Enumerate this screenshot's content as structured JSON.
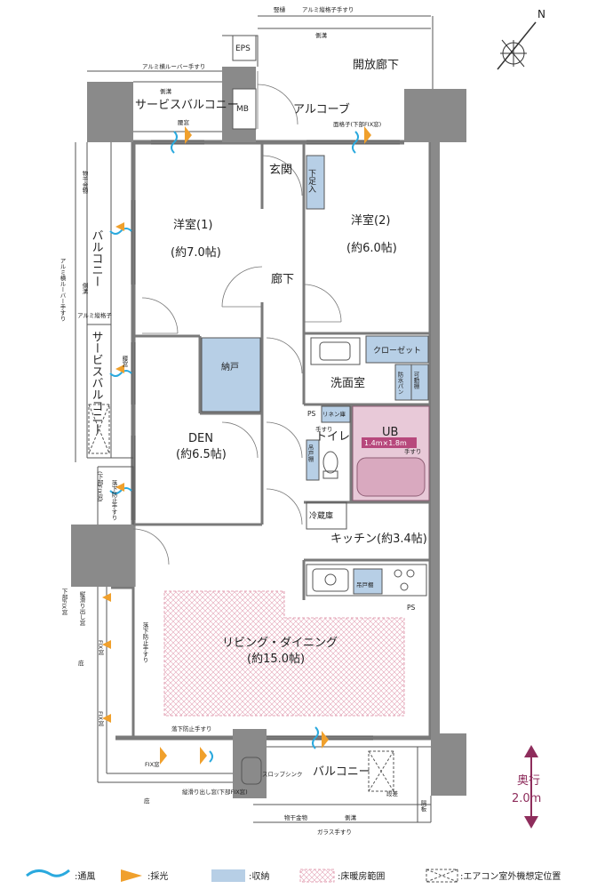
{
  "compass": {
    "north_label": "N"
  },
  "rooms": {
    "western1": {
      "name": "洋室(1)",
      "size": "(約7.0帖)"
    },
    "western2": {
      "name": "洋室(2)",
      "size": "(約6.0帖)"
    },
    "den": {
      "name": "DEN",
      "size": "(約6.5帖)"
    },
    "living": {
      "name": "リビング・ダイニング",
      "size": "(約15.0帖)"
    },
    "kitchen": "キッチン(約3.4帖)",
    "entrance": "玄関",
    "hallway": "廊下",
    "alcove": "アルコーブ",
    "open_corridor": "開放廊下",
    "washroom": "洗面室",
    "toilet": "トイレ",
    "ub": {
      "name": "UB",
      "size": "1.4m×1.8m"
    },
    "storage": "納戸",
    "closet": "クローゼット",
    "shoe_box": "下足入",
    "fridge": "冷蔵庫",
    "balcony_main": "バルコニー",
    "balcony_side": "バルコニー",
    "service_balcony_top": "サービスバルコニー",
    "service_balcony_side": "サービスバルコニー"
  },
  "labels": {
    "eps": "EPS",
    "mb": "MB",
    "ps1": "PS",
    "ps2": "PS",
    "linen": "リネン庫",
    "waterproof_pan": "防水パン",
    "movable_shelf": "可動棚",
    "hanging_shelf_toilet": "吊戸棚",
    "hanging_shelf_kitchen": "吊戸棚",
    "handrail1": "手すり",
    "handrail2": "手すり",
    "gutter_top": "側溝",
    "gutter_service": "側溝",
    "gutter_side": "側溝",
    "gutter_bottom": "側溝",
    "al_louver_top": "アルミ横ルーバー手すり",
    "al_lattice_top": "アルミ縦格子手すり",
    "al_lattice_side": "アルミ縦格子",
    "al_louver_side": "アルミ横ルーバー手すり",
    "wall_top": "竪樋",
    "lattice_window": "面格子(下部FIX窓)",
    "louver_window": "腰窓",
    "louver_window2": "腰窓",
    "drying_side": "物干金物",
    "drying_bottom": "物干金物",
    "fall_prevent_side": "落下防止手すり",
    "fall_prevent_living": "落下防止手すり",
    "fall_prevent_bottom": "落下防止手すり",
    "fix_window_side": "(下部FIX窓)",
    "fix_window_left": "下部FIX窓",
    "sliding_window": "縦滑り出し窓",
    "fix1": "FIX窓",
    "fix2": "FIX窓",
    "fix_bottom": "FIX窓",
    "sliding_window_bottom": "縦滑り出し窓(下部FIX窓)",
    "eaves1": "庇",
    "eaves2": "庇",
    "slop_sink": "スロップシンク",
    "glass_handrail": "ガラス手すり",
    "partition": "隔板",
    "step": "段差"
  },
  "depth": {
    "label": "奥行",
    "value": "2.0m"
  },
  "legend": [
    {
      "key": "ventilation",
      "label": ":通風"
    },
    {
      "key": "daylight",
      "label": ":採光"
    },
    {
      "key": "storage",
      "label": ":収納"
    },
    {
      "key": "floor_heating",
      "label": ":床暖房範囲"
    },
    {
      "key": "ac_outdoor",
      "label": ":エアコン室外機想定位置"
    }
  ],
  "colors": {
    "wall": "#7a7a7a",
    "storage": "#b7cfe6",
    "floor_heat": "#e3a3b5",
    "ub": "#e8c9d8",
    "ub_tag": "#b7487c",
    "vent": "#2aa9de",
    "light": "#f0a02c",
    "depth_arrow": "#8e2d5c"
  }
}
